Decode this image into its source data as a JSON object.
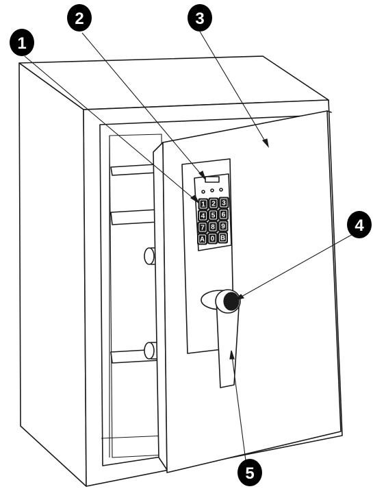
{
  "callouts": [
    {
      "id": "1",
      "label": "1"
    },
    {
      "id": "2",
      "label": "2"
    },
    {
      "id": "3",
      "label": "3"
    },
    {
      "id": "4",
      "label": "4"
    },
    {
      "id": "5",
      "label": "5"
    }
  ],
  "keypad": {
    "keys": [
      "1",
      "2",
      "3",
      "4",
      "5",
      "6",
      "7",
      "8",
      "9",
      "A",
      "0",
      "B"
    ]
  },
  "colors": {
    "line": "#1a1a1a",
    "fill": "#ffffff",
    "callout_fill": "#000000"
  }
}
